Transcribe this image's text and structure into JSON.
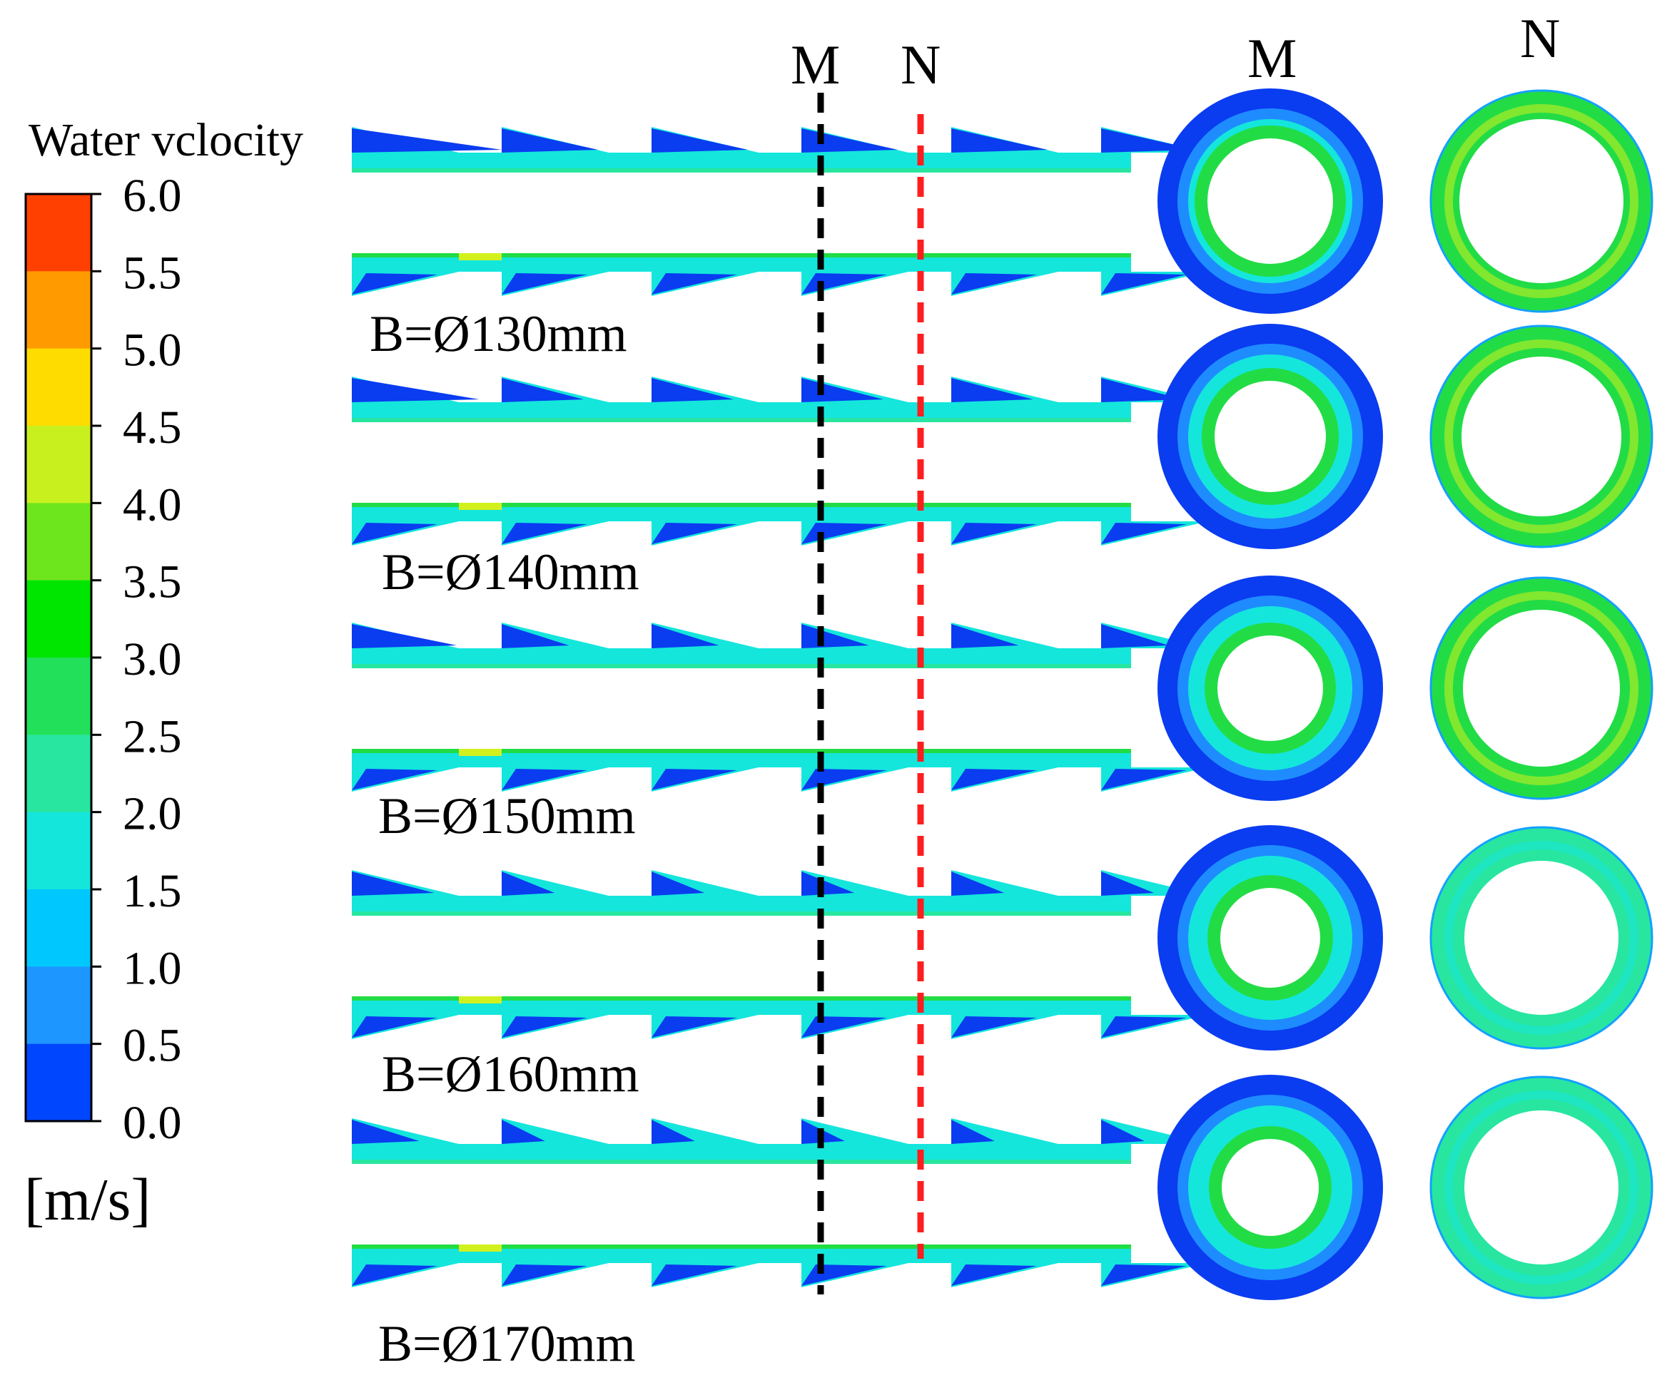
{
  "colorbar": {
    "title": "Water vclocity",
    "unit": "[m/s]",
    "ticks": [
      "6.0",
      "5.5",
      "5.0",
      "4.5",
      "4.0",
      "3.5",
      "3.0",
      "2.5",
      "2.0",
      "1.5",
      "1.0",
      "0.5",
      "0.0"
    ],
    "colors": [
      "#ff4000",
      "#ff9a00",
      "#ffdc00",
      "#c8f01e",
      "#6ee61e",
      "#00e600",
      "#22e05a",
      "#28e6a0",
      "#14e6dc",
      "#00c8ff",
      "#1e96ff",
      "#0046ff"
    ]
  },
  "section_labels": {
    "M": "M",
    "N": "N"
  },
  "cases": [
    {
      "label": "B=Ø130mm"
    },
    {
      "label": "B=Ø140mm"
    },
    {
      "label": "B=Ø150mm"
    },
    {
      "label": "B=Ø160mm"
    },
    {
      "label": "B=Ø170mm"
    }
  ],
  "colors": {
    "low": "#0a3cf0",
    "low_mid": "#1e8cff",
    "mid": "#14e6dc",
    "green_blue": "#28e6a0",
    "green": "#22dc46",
    "yellow": "#d2f01e",
    "line_M": "#000000",
    "line_N": "#ff1e1e"
  }
}
